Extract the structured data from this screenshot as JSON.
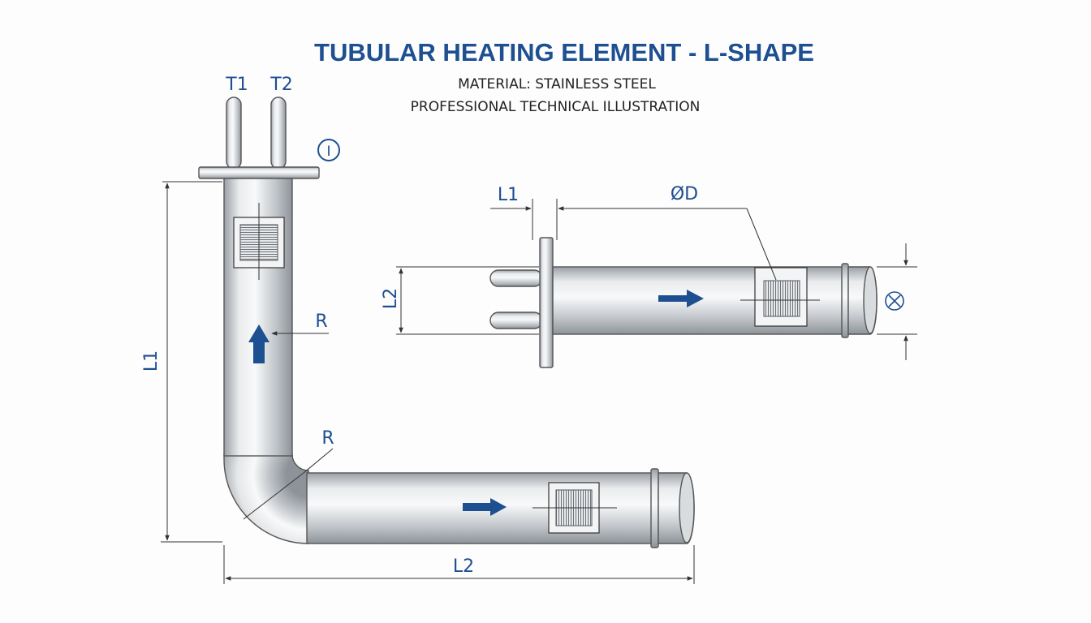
{
  "title": "TUBULAR HEATING ELEMENT - L-SHAPE",
  "subtitle_1": "MATERIAL: STAINLESS STEEL",
  "subtitle_2": "PROFESSIONAL TECHNICAL ILLUSTRATION",
  "left_view": {
    "terminal_1": "T1",
    "terminal_2": "T2",
    "info_symbol": "I",
    "radius_label_1": "R",
    "radius_label_2": "R",
    "length_vertical": "L1",
    "length_horizontal": "L2"
  },
  "right_view": {
    "flange_length": "L1",
    "diameter": "ØD",
    "terminal_spacing": "L2",
    "end_symbol": "⊗"
  },
  "colors": {
    "accent_blue": "#1d4f91",
    "steel_light": "#eef0f2",
    "steel_dark": "#8f959b"
  }
}
